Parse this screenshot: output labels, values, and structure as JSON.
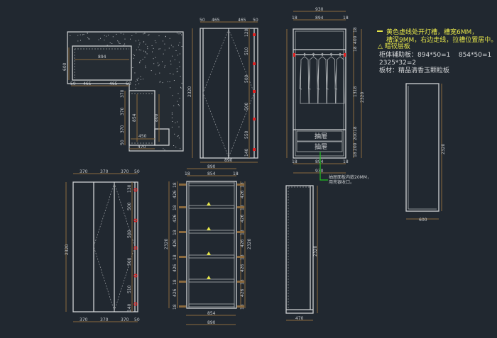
{
  "notes": {
    "line1": "黄色虚线处开灯槽，槽宽6MM，",
    "line2": "槽深9MM，右边走线，拉槽位置居中。",
    "small": "△ 暗铰层板",
    "line3": "柜体辅助板：894*50=1    854*50=1",
    "line4": "2325*32=2",
    "line5": "板材：精品清香玉颗粒板",
    "accent_color": "#e6e64a"
  },
  "plan_view": {
    "d894": "894",
    "d600": "600",
    "d50a": "50",
    "d465a": "465",
    "d465b": "465",
    "d50b": "50",
    "d370a": "370",
    "d370b": "370",
    "d370c": "370",
    "d50c": "50",
    "d854": "854",
    "d800": "800",
    "d450": "450",
    "d470": "470"
  },
  "door_elevation_top": {
    "top": [
      "50",
      "465",
      "465",
      "50"
    ],
    "height": "2320",
    "hinges": [
      "120",
      "510",
      "500",
      "500",
      "550",
      "140"
    ],
    "bottom": "890"
  },
  "wardrobe_front": {
    "overall_width": "930",
    "side_left": "18",
    "inner_width": "894",
    "side_right": "18",
    "right_dims": [
      "18",
      "400",
      "18",
      "1318",
      "200",
      "18",
      "200",
      "18"
    ],
    "height": "2320",
    "drawer1": "抽屉",
    "drawer2": "抽屉",
    "bottom_sides": [
      "18",
      "894",
      "18"
    ],
    "bottom_overall": "930",
    "callout1": "抽屉面板内嵌20MM，",
    "callout2": "用亮银收口。"
  },
  "side_panel": {
    "height": "2320",
    "depth": "600"
  },
  "door_elevation_bottom": {
    "top": [
      "370",
      "370",
      "370",
      "50"
    ],
    "height": "2320",
    "hinges": [
      "130",
      "500",
      "500",
      "500",
      "510",
      "140"
    ],
    "bottom": [
      "370",
      "370",
      "370",
      "50"
    ]
  },
  "shelf_unit": {
    "top_overall": "890",
    "top_sides": [
      "18",
      "854",
      "18"
    ],
    "left_dims": [
      "18",
      "426",
      "18",
      "426",
      "18",
      "426",
      "18",
      "426",
      "18",
      "426",
      "18"
    ],
    "right_dims": [
      "18",
      "426",
      "18",
      "426",
      "18",
      "426",
      "18",
      "426",
      "18",
      "426",
      "18"
    ],
    "height_left": "2320",
    "height_right": "2320",
    "bottom_inner": "854",
    "bottom_overall": "890"
  },
  "side_unit": {
    "height": "2320",
    "depth": "470"
  }
}
